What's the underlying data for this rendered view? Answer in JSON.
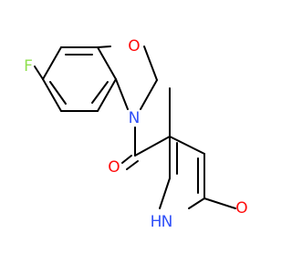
{
  "molecule": {
    "atoms": {
      "fluorine": "F",
      "ring_oxygen": "O",
      "ring_nitrogen": "N",
      "carbonyl_oxygen": "O",
      "pyridone_nh": "H",
      "pyridone_n": "N",
      "pyridone_oxygen": "O"
    }
  },
  "colors": {
    "bond": "#000000",
    "carbon": "#000000",
    "oxygen": "#ff0d0d",
    "nitrogen": "#3050f8",
    "fluorine": "#90e050"
  }
}
